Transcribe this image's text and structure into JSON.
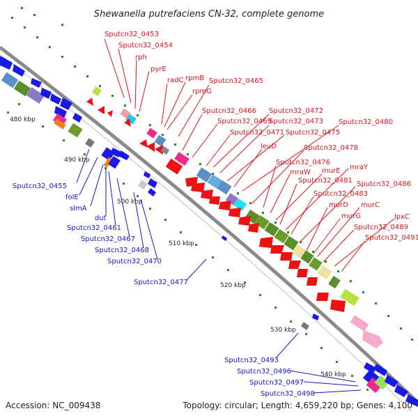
{
  "title": "Shewanella putrefaciens CN-32, complete genome",
  "footer": {
    "accession": "Accession: NC_009438",
    "summary": "Topology: circular; Length: 4,659,220 bp; Genes: 4,100"
  },
  "colors": {
    "backbone": "#888888",
    "forward_label": "#e0101a",
    "reverse_label": "#1515c8",
    "tick": "#2a8a2a",
    "forward_gene": "#ee1111",
    "reverse_gene": "#1a1ae6"
  },
  "kbp_marks": [
    "480 kbp",
    "490 kbp",
    "500 kbp",
    "510 kbp",
    "520 kbp",
    "530 kbp",
    "540 kbp"
  ],
  "forward_labels": [
    "Sputcn32_0453",
    "Sputcn32_0454",
    "rph",
    "pyrE",
    "radC",
    "rpmB",
    "rpmG",
    "Sputcn32_0465",
    "Sputcn32_0466",
    "Sputcn32_0472",
    "Sputcn32_0469",
    "Sputcn32_0473",
    "Sputcn32_0471",
    "Sputcn32_0475",
    "Sputcn32_0480",
    "leuD",
    "Sputcn32_0478",
    "Sputcn32_0476",
    "mraY",
    "mraW",
    "murE",
    "Sputcn32_0481",
    "Sputcn32_0486",
    "Sputcn32_0483",
    "murD",
    "murC",
    "lpxC",
    "murG",
    "Sputcn32_0489",
    "Sputcn32_0491"
  ],
  "reverse_labels": [
    "Sputcn32_0455",
    "folE",
    "slmA",
    "dut",
    "Sputcn32_0461",
    "Sputcn32_0467",
    "Sputcn32_0468",
    "Sputcn32_0470",
    "Sputcn32_0477",
    "Sputcn32_0493",
    "Sputcn32_0496",
    "Sputcn32_0497",
    "Sputcn32_0498"
  ]
}
